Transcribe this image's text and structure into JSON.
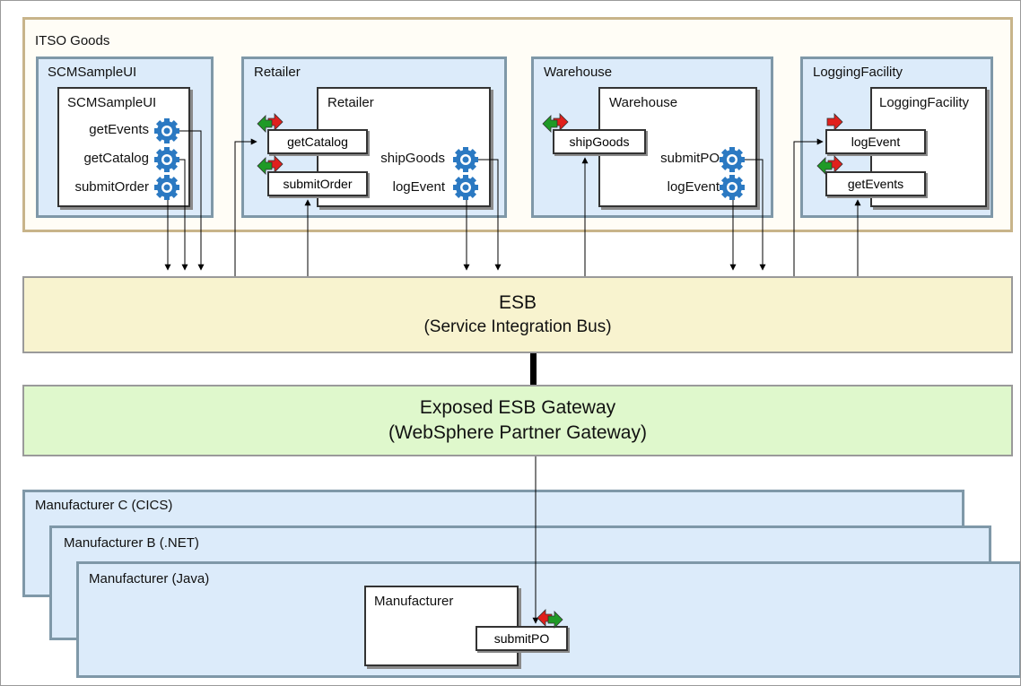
{
  "itso": {
    "title": "ITSO Goods",
    "scm": {
      "outer": "SCMSampleUI",
      "inner": "SCMSampleUI",
      "ops": [
        "getEvents",
        "getCatalog",
        "submitOrder"
      ]
    },
    "retailer": {
      "outer": "Retailer",
      "inner": "Retailer",
      "exports": [
        "getCatalog",
        "submitOrder"
      ],
      "ops": [
        "shipGoods",
        "logEvent"
      ]
    },
    "warehouse": {
      "outer": "Warehouse",
      "inner": "Warehouse",
      "exports": [
        "shipGoods"
      ],
      "ops": [
        "submitPO",
        "logEvent"
      ]
    },
    "logging": {
      "outer": "LoggingFacility",
      "inner": "LoggingFacility",
      "exports": [
        "logEvent",
        "getEvents"
      ]
    }
  },
  "esb": {
    "title": "ESB",
    "subtitle": "(Service Integration Bus)"
  },
  "gateway": {
    "title": "Exposed ESB Gateway",
    "subtitle": "(WebSphere Partner Gateway)"
  },
  "manufacturers": {
    "c": "Manufacturer C (CICS)",
    "b": "Manufacturer B (.NET)",
    "java": "Manufacturer (Java)",
    "inner": "Manufacturer",
    "port": "submitPO"
  },
  "colors": {
    "outer_border": "#c8b48a",
    "component_fill": "#dcebfa",
    "component_border": "#7f98a8",
    "esb_fill": "#f8f3cf",
    "gateway_fill": "#dff8cc",
    "arrow_red": "#e0201c",
    "arrow_green": "#1f9a26",
    "gear_blue": "#2b79c2"
  },
  "icons": {
    "reference": "gear-icon",
    "export": "interface-arrows-icon"
  }
}
